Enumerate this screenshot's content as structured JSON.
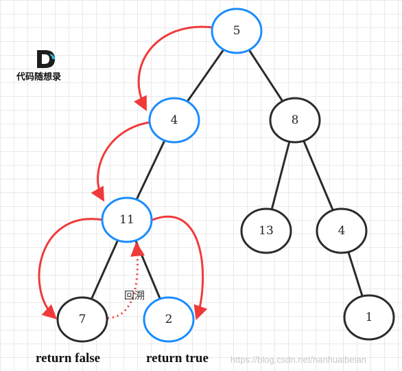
{
  "logo": {
    "letter": "D",
    "text": "代码随想录"
  },
  "tree": {
    "nodes": [
      {
        "id": "n5",
        "label": "5",
        "highlighted": true
      },
      {
        "id": "n4a",
        "label": "4",
        "highlighted": true
      },
      {
        "id": "n8",
        "label": "8",
        "highlighted": false
      },
      {
        "id": "n11",
        "label": "11",
        "highlighted": true
      },
      {
        "id": "n13",
        "label": "13",
        "highlighted": false
      },
      {
        "id": "n4b",
        "label": "4",
        "highlighted": false
      },
      {
        "id": "n7",
        "label": "7",
        "highlighted": false
      },
      {
        "id": "n2",
        "label": "2",
        "highlighted": true
      },
      {
        "id": "n1",
        "label": "1",
        "highlighted": false
      }
    ],
    "edges": [
      [
        "n5",
        "n4a"
      ],
      [
        "n5",
        "n8"
      ],
      [
        "n4a",
        "n11"
      ],
      [
        "n8",
        "n13"
      ],
      [
        "n8",
        "n4b"
      ],
      [
        "n11",
        "n7"
      ],
      [
        "n11",
        "n2"
      ],
      [
        "n4b",
        "n1"
      ]
    ]
  },
  "backtrack_label": "回溯",
  "captions": {
    "left": "return false",
    "right": "return true"
  },
  "watermark": "https://blog.csdn.net/nanhuaibeian",
  "colors": {
    "highlight": "#1a8cff",
    "node_stroke": "#2b2b2b",
    "arrow": "#f03a3a",
    "edge": "#2b2b2b",
    "logo_dark": "#1d1d1d",
    "logo_cyan": "#22c3d6"
  }
}
